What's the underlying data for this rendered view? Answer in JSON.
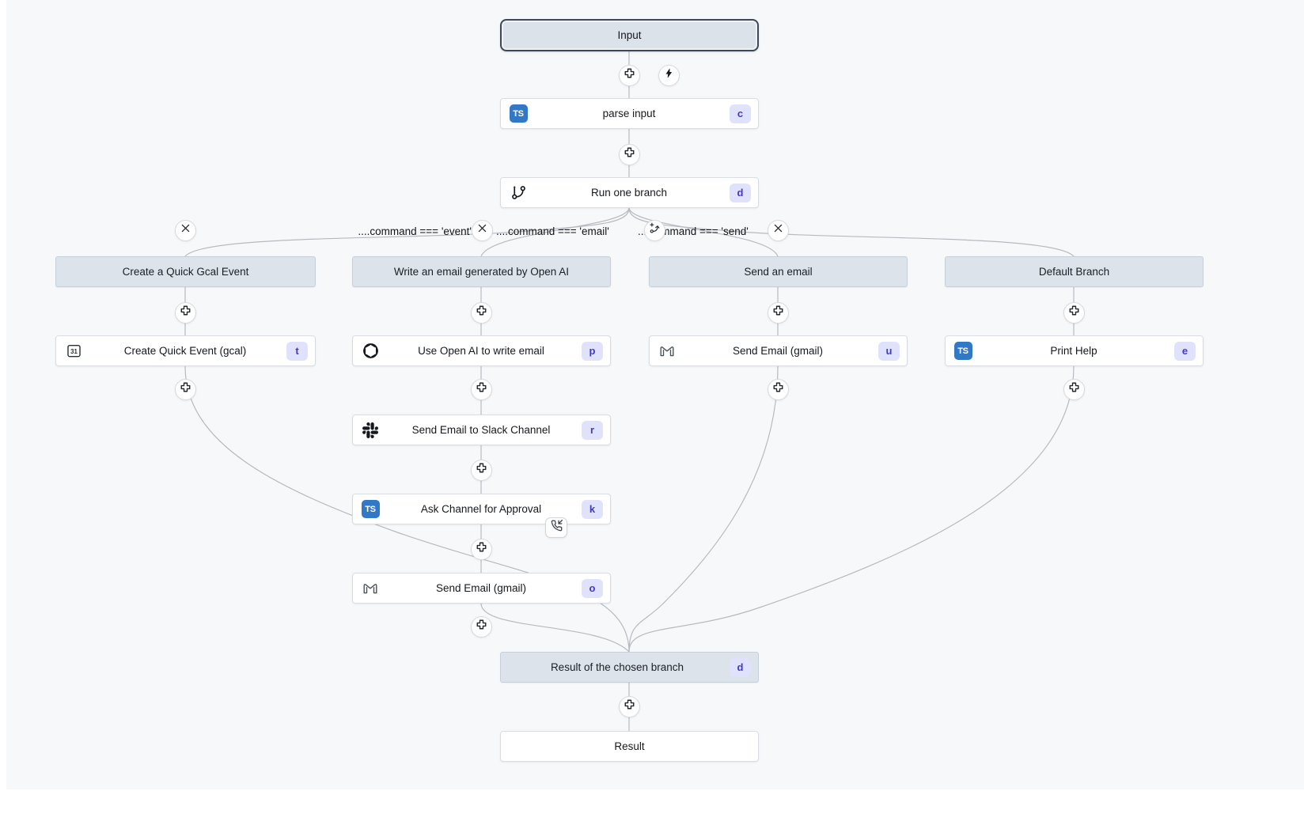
{
  "colors": {
    "canvas_bg": "#f7f8f9",
    "edge": "#b6bac0",
    "header_fill": "#dce3ea",
    "accent_badge_bg": "#e0e2fc",
    "accent_badge_text": "#4338ca",
    "typescript_blue": "#3178c6",
    "selected_border": "#3e4856"
  },
  "icons": {
    "typescript_label": "TS",
    "calendar_day": "31",
    "plus": "add-step",
    "bolt": "trigger",
    "x": "delete-branch",
    "branch_add": "add-branch",
    "phone_incoming": "approval-suspend"
  },
  "flow": {
    "input": {
      "label": "Input"
    },
    "parse_input": {
      "label": "parse input",
      "badge": "c"
    },
    "run_one_branch": {
      "label": "Run one branch",
      "badge": "d"
    },
    "conditions": {
      "event": "....command === 'event'",
      "email": "....command === 'email'",
      "send": "....command === 'send'"
    },
    "branches": {
      "gcal": {
        "header": "Create a Quick Gcal Event",
        "steps": {
          "create_event": {
            "label": "Create Quick Event (gcal)",
            "badge": "t"
          }
        }
      },
      "openai": {
        "header": "Write an email generated by Open AI",
        "steps": {
          "write_email": {
            "label": "Use Open AI to write email",
            "badge": "p"
          },
          "slack": {
            "label": "Send Email to Slack Channel",
            "badge": "r"
          },
          "approval": {
            "label": "Ask Channel for Approval",
            "badge": "k"
          },
          "gmail": {
            "label": "Send Email (gmail)",
            "badge": "o"
          }
        }
      },
      "send_email": {
        "header": "Send an email",
        "steps": {
          "gmail": {
            "label": "Send Email (gmail)",
            "badge": "u"
          }
        }
      },
      "default": {
        "header": "Default Branch",
        "steps": {
          "print_help": {
            "label": "Print Help",
            "badge": "e"
          }
        }
      }
    },
    "result_branch": {
      "label": "Result of the chosen branch",
      "badge": "d"
    },
    "result": {
      "label": "Result"
    }
  }
}
